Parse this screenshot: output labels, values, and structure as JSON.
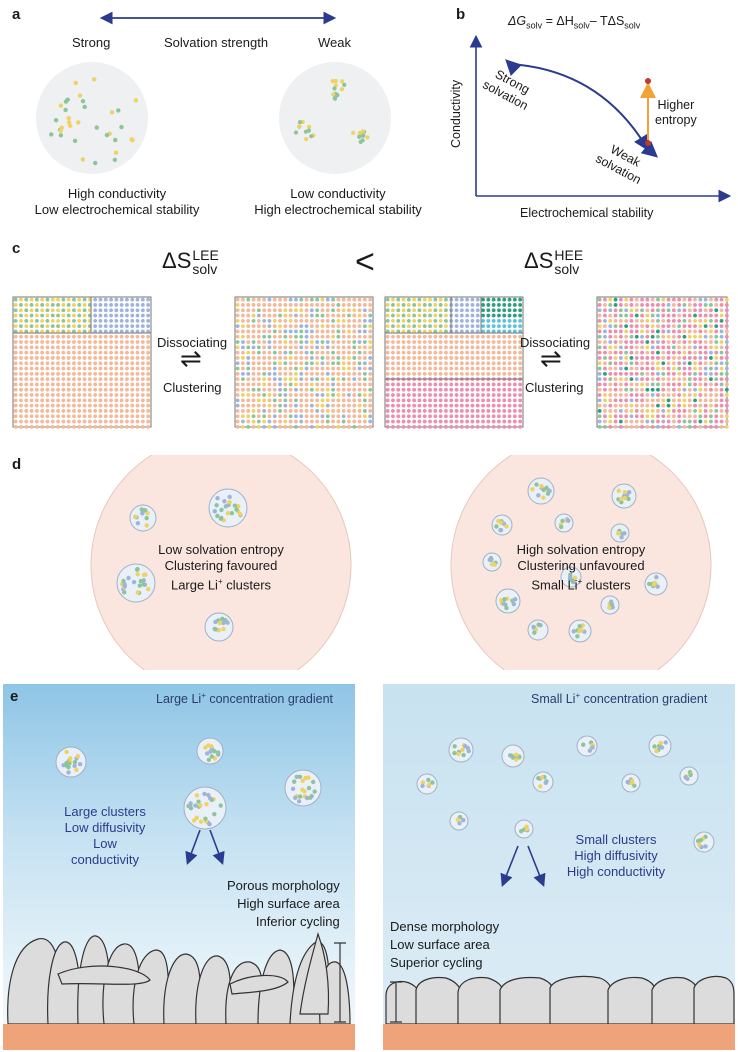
{
  "panels": {
    "a": {
      "label": "a",
      "strong": "Strong",
      "axis": "Solvation strength",
      "weak": "Weak",
      "left_caption": [
        "High conductivity",
        "Low electrochemical stability"
      ],
      "right_caption": [
        "Low conductivity",
        "High electrochemical stability"
      ]
    },
    "b": {
      "label": "b",
      "equation": {
        "g": "ΔG",
        "g_sub": "solv",
        "eq": " = ΔH",
        "h_sub": "solv",
        "minus": "– TΔS",
        "s_sub": "solv"
      },
      "ylabel": "Conductivity",
      "xlabel": "Electrochemical stability",
      "strong": [
        "Strong",
        "solvation"
      ],
      "weak": [
        "Weak",
        "solvation"
      ],
      "entropy": [
        "Higher",
        "entropy"
      ]
    },
    "c": {
      "label": "c",
      "lee": {
        "delta": "ΔS",
        "sup": "LEE",
        "sub": "solv"
      },
      "less_than": "<",
      "hee": {
        "delta": "ΔS",
        "sup": "HEE",
        "sub": "solv"
      },
      "dissociating": "Dissociating",
      "clustering": "Clustering",
      "equilibrium": "⇌"
    },
    "d": {
      "label": "d",
      "left": [
        "Low solvation entropy",
        "Clustering favoured",
        "Large Li",
        "+",
        " clusters"
      ],
      "right": [
        "High solvation entropy",
        "Clustering unfavoured",
        "Small Li",
        "+",
        " clusters"
      ]
    },
    "e": {
      "label": "e",
      "left_title": [
        "Large Li",
        "+",
        " concentration gradient"
      ],
      "right_title": [
        "Small Li",
        "+",
        " concentration gradient"
      ],
      "left_props": [
        "Large clusters",
        "Low diffusivity",
        "Low conductivity"
      ],
      "right_props": [
        "Small clusters",
        "High diffusivity",
        "High conductivity"
      ],
      "left_morph": [
        "Porous morphology",
        "High surface area",
        "Inferior cycling"
      ],
      "right_morph": [
        "Dense morphology",
        "Low surface area",
        "Superior cycling"
      ]
    }
  },
  "colors": {
    "arrow_blue": "#2b3b8f",
    "dot_green": "#8cc59a",
    "dot_yellow": "#f0d264",
    "dot_blue": "#9fb4dc",
    "dot_peach": "#f3b99a",
    "dot_pink": "#ec8fae",
    "dot_teal": "#2f9e7e",
    "cluster_bg": "#eaf0f7",
    "bubble_bg": "#fae6df",
    "sky_top": "#8ec5e6",
    "sky_bottom": "#f3f9fc",
    "substrate": "#eea37a",
    "dendrite": "#dcdcdc",
    "entropy_arrow": "#f0a437",
    "point_red": "#c0392b"
  }
}
